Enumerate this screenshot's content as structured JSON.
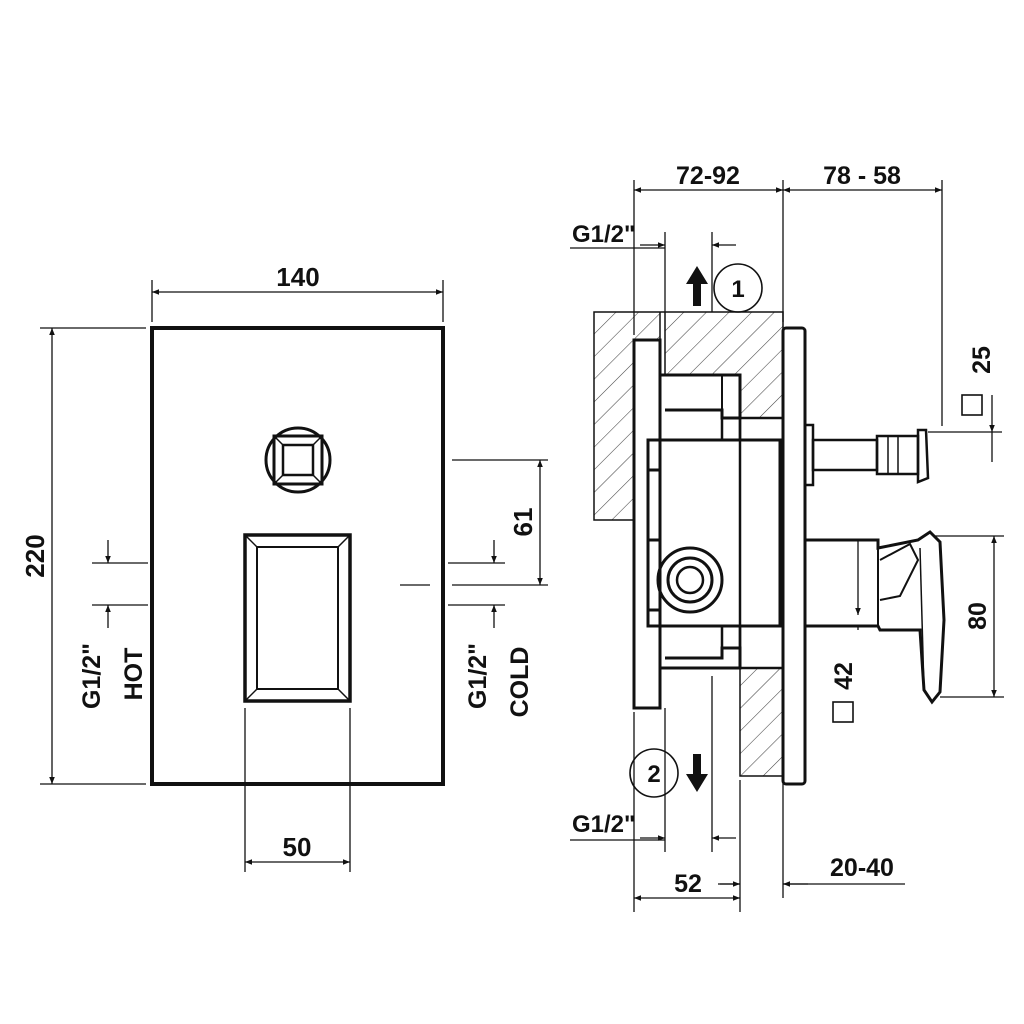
{
  "labels": {
    "width_140": "140",
    "height_220": "220",
    "width_50": "50",
    "spacing_61": "61",
    "hot_thread": "G1/2\"",
    "hot_text": "HOT",
    "cold_thread": "G1/2\"",
    "cold_text": "COLD",
    "depth_72_92": "72-92",
    "depth_78_58": "78 - 58",
    "outlet1_thread": "G1/2\"",
    "outlet2_thread": "G1/2\"",
    "square_25": "25",
    "height_80": "80",
    "square_42": "42",
    "depth_52": "52",
    "depth_20_40": "20-40",
    "outlet1_number": "1",
    "outlet2_number": "2"
  }
}
